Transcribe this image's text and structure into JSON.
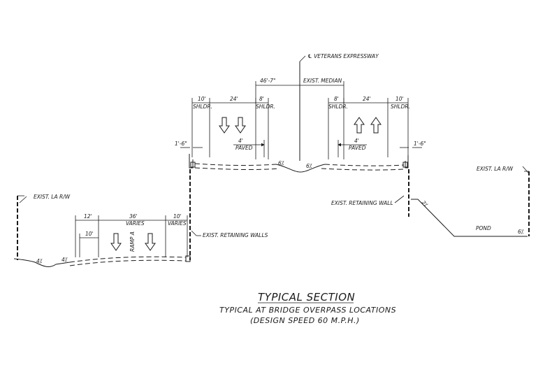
{
  "centerline_label": "℄ VETERANS EXPRESSWAY",
  "median": {
    "width": "46'-7\"",
    "label": "EXIST. MEDIAN"
  },
  "left_roadway": {
    "shoulder_outside": {
      "width": "10'",
      "label": "SHLDR."
    },
    "lanes": "24'",
    "shoulder_inside": {
      "width": "8'",
      "label": "SHLDR."
    },
    "paved": {
      "width": "4'",
      "label": "PAVED"
    },
    "offset": "1'-6\""
  },
  "right_roadway": {
    "shoulder_inside": {
      "width": "8'",
      "label": "SHLDR."
    },
    "lanes": "24'",
    "shoulder_outside": {
      "width": "10'",
      "label": "SHLDR."
    },
    "paved": {
      "width": "4'",
      "label": "PAVED"
    },
    "offset": "1'-6\""
  },
  "ramp": {
    "dim_outer": "12'",
    "dim_inner": "10'",
    "width": "36'",
    "width_label": "VARIES",
    "shoulder": "10'",
    "shoulder_label": "VARIES",
    "name": "RAMP A"
  },
  "slopes": {
    "median_left": "6⁒",
    "median_right": "6⁒",
    "ramp_left": "4⁒",
    "ramp_right": "4⁒",
    "right_side": "2⁒",
    "pond_slope": "6⁒"
  },
  "annotations": {
    "retaining_walls": "EXIST. RETAINING WALLS",
    "retaining_wall": "EXIST. RETAINING WALL",
    "la_rw_left": "EXIST. LA R/W",
    "la_rw_right": "EXIST. LA R/W",
    "pond": "POND"
  },
  "caption": {
    "title": "TYPICAL SECTION",
    "line1": "TYPICAL AT BRIDGE OVERPASS LOCATIONS",
    "line2": "(DESIGN SPEED 60 M.P.H.)"
  }
}
